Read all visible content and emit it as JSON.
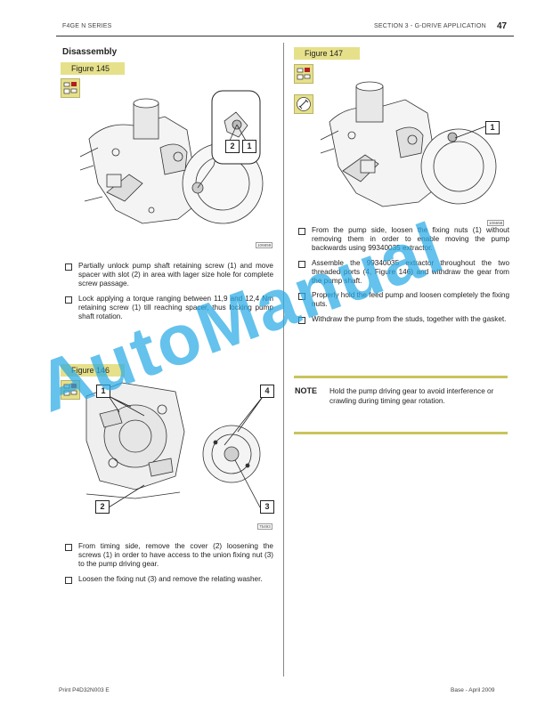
{
  "header": {
    "series": "F4GE N SERIES",
    "section": "SECTION 3 - G-DRIVE APPLICATION",
    "page_number": "47"
  },
  "left": {
    "heading": "Disassembly",
    "figure145": {
      "label": "Figure 145",
      "image_code": "106659",
      "callouts": [
        "2",
        "1"
      ],
      "steps": [
        "Partially unlock pump shaft retaining screw (1) and move spacer with slot (2) in area with lager size hole for complete screw passage.",
        "Lock applying a torque ranging between 11,9 and 12,4 Nm retaining screw (1) till reaching spacer, thus locking pump shaft rotation."
      ]
    },
    "figure146": {
      "label": "Figure 146",
      "image_code": "75493",
      "callouts": [
        "1",
        "4",
        "2",
        "3"
      ],
      "steps": [
        "From timing side, remove the cover (2) loosening the screws (1) in order to have access to the union fixing nut (3) to the pump driving gear.",
        "Loosen the fixing nut (3) and remove the relating washer."
      ]
    }
  },
  "right": {
    "figure147": {
      "label": "Figure 147",
      "image_code": "106658",
      "callouts": [
        "1"
      ],
      "steps": [
        "From the pump side, loosen the fixing nuts (1) without removing them in order to enable moving the pump backwards using 99340035 extractor.",
        "Assemble the 99340035 extractor throughout the two threaded ports (4, Figure 146) and withdraw the gear from the pump shaft.",
        "Properly hold the feed pump and loosen completely the fixing nuts.",
        "Withdraw the pump from the studs, together with the gasket."
      ]
    },
    "note": {
      "tag": "NOTE",
      "text": "Hold the pump driving gear to avoid interference or crawling during timing gear rotation."
    }
  },
  "watermark": "AutoManual",
  "footer": {
    "print_code": "Print P4D32N003 E",
    "edition": "Base - April 2009"
  },
  "colors": {
    "label_bg": "#e6e08a",
    "note_bar": "#c9c45d",
    "watermark": "#28aae6"
  }
}
